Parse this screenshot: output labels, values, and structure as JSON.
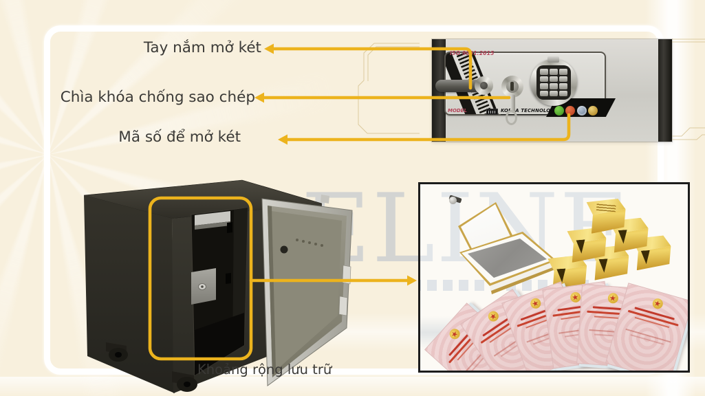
{
  "page": {
    "background": "#f8f0dd",
    "accent": "#ecb31d"
  },
  "annotations": {
    "handle": "Tay nắm mở két",
    "key": "Chìa khóa chống sao chép",
    "code": "Mã số để mở két",
    "storage": "Khoảng rộng lưu trữ"
  },
  "panel": {
    "iso": "ISO 9001:2015",
    "model": "MODEL",
    "brand": "KOREA TECHNOLOGY"
  },
  "watermark": "ELINE",
  "indicators": {
    "green": "#4fae2e",
    "red": "#c44a24",
    "blue": "#7e93ab",
    "gold": "#c99a36"
  }
}
